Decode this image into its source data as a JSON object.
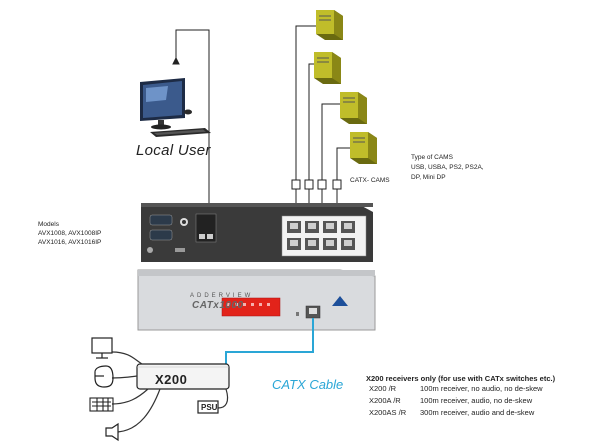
{
  "local_user": "Local User",
  "catx_cams_label": "CATX- CAMS",
  "cams_type": {
    "title": "Type of CAMS",
    "line1": "USB, USBA, PS2, PS2A,",
    "line2": "DP, Mini DP"
  },
  "models": {
    "title": "Models",
    "line1": "AVX1008, AVX1008IP",
    "line2": "AVX1016,  AVX1016IP"
  },
  "catx_cable": "CATX Cable",
  "x200_device_label": "X200",
  "psu_label": "PSU",
  "device_brand": "ADDERVIEW",
  "device_model": "CATx1000",
  "receivers": {
    "title": "X200 receivers only (for use with CATx switches etc.)",
    "rows": [
      {
        "model": "X200 /R",
        "desc": "100m receiver, no audio, no de-skew"
      },
      {
        "model": "X200A /R",
        "desc": "100m receiver, audio, no de-skew"
      },
      {
        "model": "X200AS /R",
        "desc": "300m receiver, audio and de-skew"
      }
    ]
  },
  "colors": {
    "cable_blue": "#2aa6d6",
    "computer_olive": "#b5b21c",
    "device_grey": "#3a3a3a",
    "front_panel": "#d9dbde",
    "led_red": "#e2231a"
  }
}
